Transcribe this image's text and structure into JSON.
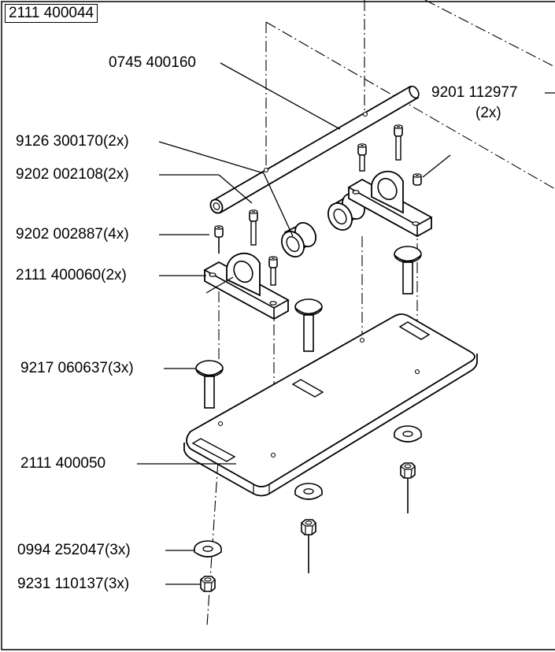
{
  "assembly_number": "2111 400044",
  "callouts": [
    {
      "id": "rod",
      "text": "0745 400160"
    },
    {
      "id": "clip",
      "text": "9201 112977"
    },
    {
      "id": "clip_qty",
      "text": "(2x)"
    },
    {
      "id": "bushing",
      "text": "9126 300170(2x)"
    },
    {
      "id": "screw_long",
      "text": "9202 002108(2x)"
    },
    {
      "id": "screw_short",
      "text": "9202 002887(4x)"
    },
    {
      "id": "bracket",
      "text": "2111 400060(2x)"
    },
    {
      "id": "bolt",
      "text": "9217 060637(3x)"
    },
    {
      "id": "plate",
      "text": "2111 400050"
    },
    {
      "id": "washer",
      "text": "0994 252047(3x)"
    },
    {
      "id": "nut",
      "text": "9231 110137(3x)"
    }
  ]
}
